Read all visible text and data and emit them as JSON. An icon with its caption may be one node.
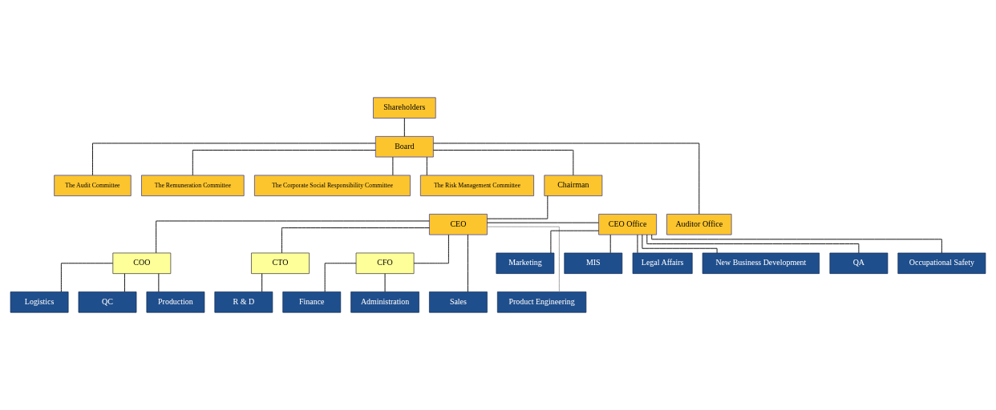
{
  "diagram": {
    "nodes": [
      {
        "text": [
          "Shareholders"
        ]
      },
      {
        "text": [
          "Board"
        ]
      },
      {
        "text": [
          "The Audit Committee"
        ]
      },
      {
        "text": [
          "The Remuneration Committee"
        ]
      },
      {
        "text": [
          "The Corporate Social Responsibility Committee"
        ]
      },
      {
        "text": [
          "The Risk Management Committee"
        ]
      },
      {
        "text": [
          "Chairman"
        ]
      },
      {
        "text": [
          "Auditor Office"
        ]
      },
      {
        "text": [
          "CEO"
        ]
      },
      {
        "text": [
          "CEO Office"
        ]
      },
      {
        "text": [
          "Marketing"
        ]
      },
      {
        "text": [
          "MIS"
        ]
      },
      {
        "text": [
          "Legal Affairs"
        ]
      },
      {
        "text": [
          "New Business Development"
        ]
      },
      {
        "text": [
          "QA"
        ]
      },
      {
        "text": [
          "Occupational Safety"
        ]
      },
      {
        "text": [
          "COO"
        ]
      },
      {
        "text": [
          "CTO"
        ]
      },
      {
        "text": [
          "CFO"
        ]
      },
      {
        "text": [
          "Sales"
        ]
      },
      {
        "text": [
          "Logistics"
        ]
      },
      {
        "text": [
          "QC"
        ]
      },
      {
        "text": [
          "Production"
        ]
      },
      {
        "text": [
          "Product Engineering"
        ]
      },
      {
        "text": [
          "R & D"
        ]
      },
      {
        "text": [
          "Finance"
        ]
      },
      {
        "text": [
          "Administration"
        ]
      }
    ],
    "edges": [
      {
        "from": 0,
        "to": 1,
        "arrow": "none"
      },
      {
        "from": 1,
        "to": 2,
        "arrow": "none"
      },
      {
        "from": 1,
        "to": 3,
        "arrow": "none"
      },
      {
        "from": 1,
        "to": 4,
        "arrow": "none"
      },
      {
        "from": 1,
        "to": 5,
        "arrow": "none"
      },
      {
        "from": 1,
        "to": 6,
        "arrow": "none"
      },
      {
        "from": 1,
        "to": 7,
        "arrow": "none"
      },
      {
        "from": 6,
        "to": 8,
        "arrow": "none"
      },
      {
        "from": 8,
        "to": 9,
        "arrow": "none"
      },
      {
        "from": 9,
        "to": 10,
        "arrow": "none"
      },
      {
        "from": 9,
        "to": 11,
        "arrow": "none"
      },
      {
        "from": 9,
        "to": 12,
        "arrow": "none"
      },
      {
        "from": 9,
        "to": 13,
        "arrow": "none"
      },
      {
        "from": 9,
        "to": 14,
        "arrow": "none"
      },
      {
        "from": 9,
        "to": 15,
        "arrow": "none"
      },
      {
        "from": 8,
        "to": 19,
        "arrow": "none"
      },
      {
        "from": 8,
        "to": 16,
        "arrow": "none"
      },
      {
        "from": 8,
        "to": 23,
        "arrow": "none",
        "color": "#999999"
      },
      {
        "from": 8,
        "to": 17,
        "arrow": "none"
      },
      {
        "from": 8,
        "to": 18,
        "arrow": "none"
      },
      {
        "from": 16,
        "to": 20,
        "arrow": "none"
      },
      {
        "from": 16,
        "to": 21,
        "arrow": "none"
      },
      {
        "from": 16,
        "to": 22,
        "arrow": "none"
      },
      {
        "from": 17,
        "to": 24,
        "arrow": "none"
      },
      {
        "from": 18,
        "to": 25,
        "arrow": "none"
      },
      {
        "from": 18,
        "to": 26,
        "arrow": "none"
      }
    ]
  }
}
